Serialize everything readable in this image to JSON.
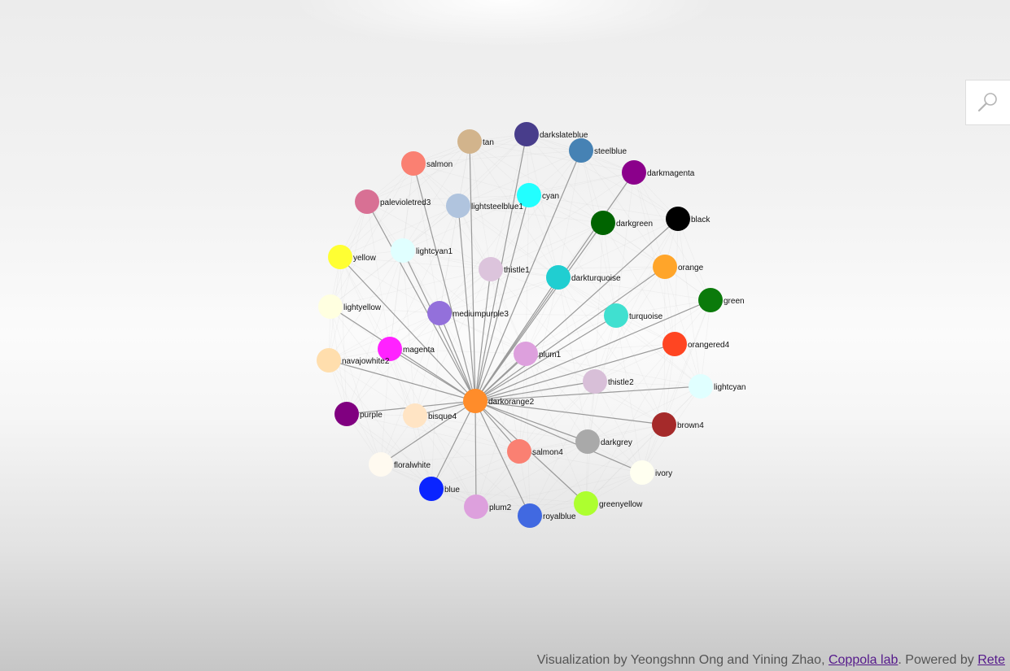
{
  "graph": {
    "center": {
      "name": "darkorange2",
      "color": "#ff8c2a"
    },
    "nodes": [
      {
        "name": "tan",
        "color": "#d2b48c"
      },
      {
        "name": "darkslateblue",
        "color": "#483d8b"
      },
      {
        "name": "steelblue",
        "color": "#4682b4"
      },
      {
        "name": "salmon",
        "color": "#fa8072"
      },
      {
        "name": "darkmagenta",
        "color": "#8b008b"
      },
      {
        "name": "cyan",
        "color": "#22ffff"
      },
      {
        "name": "palevioletred3",
        "color": "#d87094"
      },
      {
        "name": "lightsteelblue1",
        "color": "#b0c4de"
      },
      {
        "name": "darkgreen",
        "color": "#006400"
      },
      {
        "name": "black",
        "color": "#000000"
      },
      {
        "name": "yellow",
        "color": "#ffff33"
      },
      {
        "name": "lightcyan1",
        "color": "#e0ffff"
      },
      {
        "name": "thistle1",
        "color": "#dcc4dc"
      },
      {
        "name": "darkturquoise",
        "color": "#20ced1"
      },
      {
        "name": "orange",
        "color": "#ffa52a"
      },
      {
        "name": "green",
        "color": "#0b7a0b"
      },
      {
        "name": "lightyellow",
        "color": "#ffffe0"
      },
      {
        "name": "mediumpurple3",
        "color": "#9370db"
      },
      {
        "name": "turquoise",
        "color": "#40e0d0"
      },
      {
        "name": "magenta",
        "color": "#ff22ff"
      },
      {
        "name": "plum1",
        "color": "#dda0dd"
      },
      {
        "name": "orangered4",
        "color": "#ff4522"
      },
      {
        "name": "navajowhite2",
        "color": "#ffdead"
      },
      {
        "name": "thistle2",
        "color": "#d8bfd8"
      },
      {
        "name": "lightcyan",
        "color": "#e0ffff"
      },
      {
        "name": "purple",
        "color": "#800080"
      },
      {
        "name": "bisque4",
        "color": "#ffe4c4"
      },
      {
        "name": "brown4",
        "color": "#a52a2a"
      },
      {
        "name": "darkgrey",
        "color": "#a9a9a9"
      },
      {
        "name": "salmon4",
        "color": "#fa8072"
      },
      {
        "name": "floralwhite",
        "color": "#fffaf0"
      },
      {
        "name": "ivory",
        "color": "#fffff0"
      },
      {
        "name": "blue",
        "color": "#0a24ff"
      },
      {
        "name": "greenyellow",
        "color": "#adff2f"
      },
      {
        "name": "plum2",
        "color": "#dda0dd"
      },
      {
        "name": "royalblue",
        "color": "#4169e1"
      }
    ],
    "edge_color": "#9a9a9a"
  },
  "search": {
    "icon": "search-icon"
  },
  "footer": {
    "text_prefix": "Visualization by Yeongshnn Ong and Yining Zhao, ",
    "lab_link": "Coppola lab",
    "text_middle": ". Powered by ",
    "powered_link": "Rete"
  }
}
